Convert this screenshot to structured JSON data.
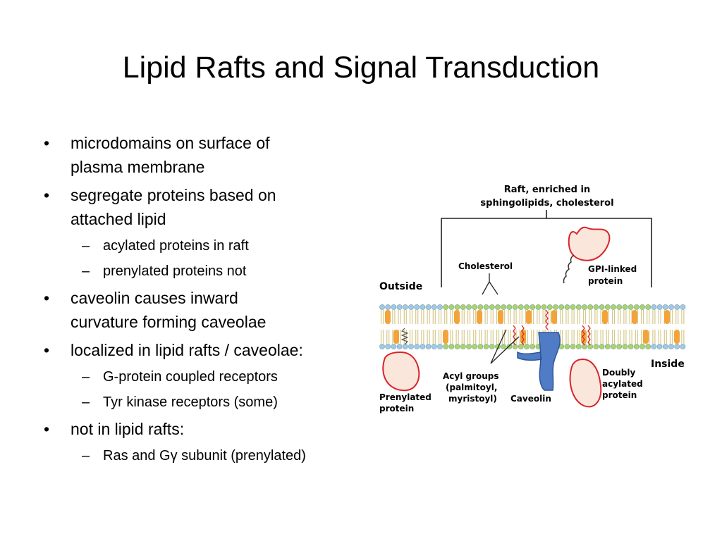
{
  "slide": {
    "title": "Lipid Rafts and Signal Transduction",
    "bullets": [
      {
        "level": 1,
        "lines": [
          "microdomains on surface of",
          "plasma membrane"
        ]
      },
      {
        "level": 1,
        "lines": [
          "segregate proteins based on",
          "attached lipid"
        ]
      },
      {
        "level": 2,
        "lines": [
          "acylated proteins in raft"
        ]
      },
      {
        "level": 2,
        "lines": [
          "prenylated proteins not"
        ]
      },
      {
        "level": 1,
        "lines": [
          "caveolin causes inward",
          "curvature forming caveolae"
        ]
      },
      {
        "level": 1,
        "lines": [
          "localized in lipid rafts / caveolae:"
        ]
      },
      {
        "level": 2,
        "lines": [
          "G-protein coupled receptors"
        ]
      },
      {
        "level": 2,
        "lines": [
          "Tyr kinase receptors (some)"
        ]
      },
      {
        "level": 1,
        "lines": [
          "not in lipid rafts:"
        ]
      },
      {
        "level": 2,
        "lines": [
          "Ras and Gγ subunit (prenylated)"
        ]
      }
    ]
  },
  "diagram": {
    "raft_label": [
      "Raft, enriched in",
      "sphingolipids, cholesterol"
    ],
    "outside_label": "Outside",
    "inside_label": "Inside",
    "cholesterol_label": "Cholesterol",
    "gpi_label": [
      "GPI-linked",
      "protein"
    ],
    "prenylated_label": [
      "Prenylated",
      "protein"
    ],
    "acyl_label": [
      "Acyl groups",
      "(palmitoyl,",
      "myristoyl)"
    ],
    "caveolin_label": "Caveolin",
    "doubly_label": [
      "Doubly",
      "acylated",
      "protein"
    ],
    "colors": {
      "head_blue": "#9fc9ea",
      "head_green": "#a9d468",
      "tail": "#d6c88a",
      "cholesterol": "#f2a33a",
      "protein_fill": "#fbe6dc",
      "protein_edge": "#d8252a",
      "caveolin": "#4f7cc4"
    }
  }
}
